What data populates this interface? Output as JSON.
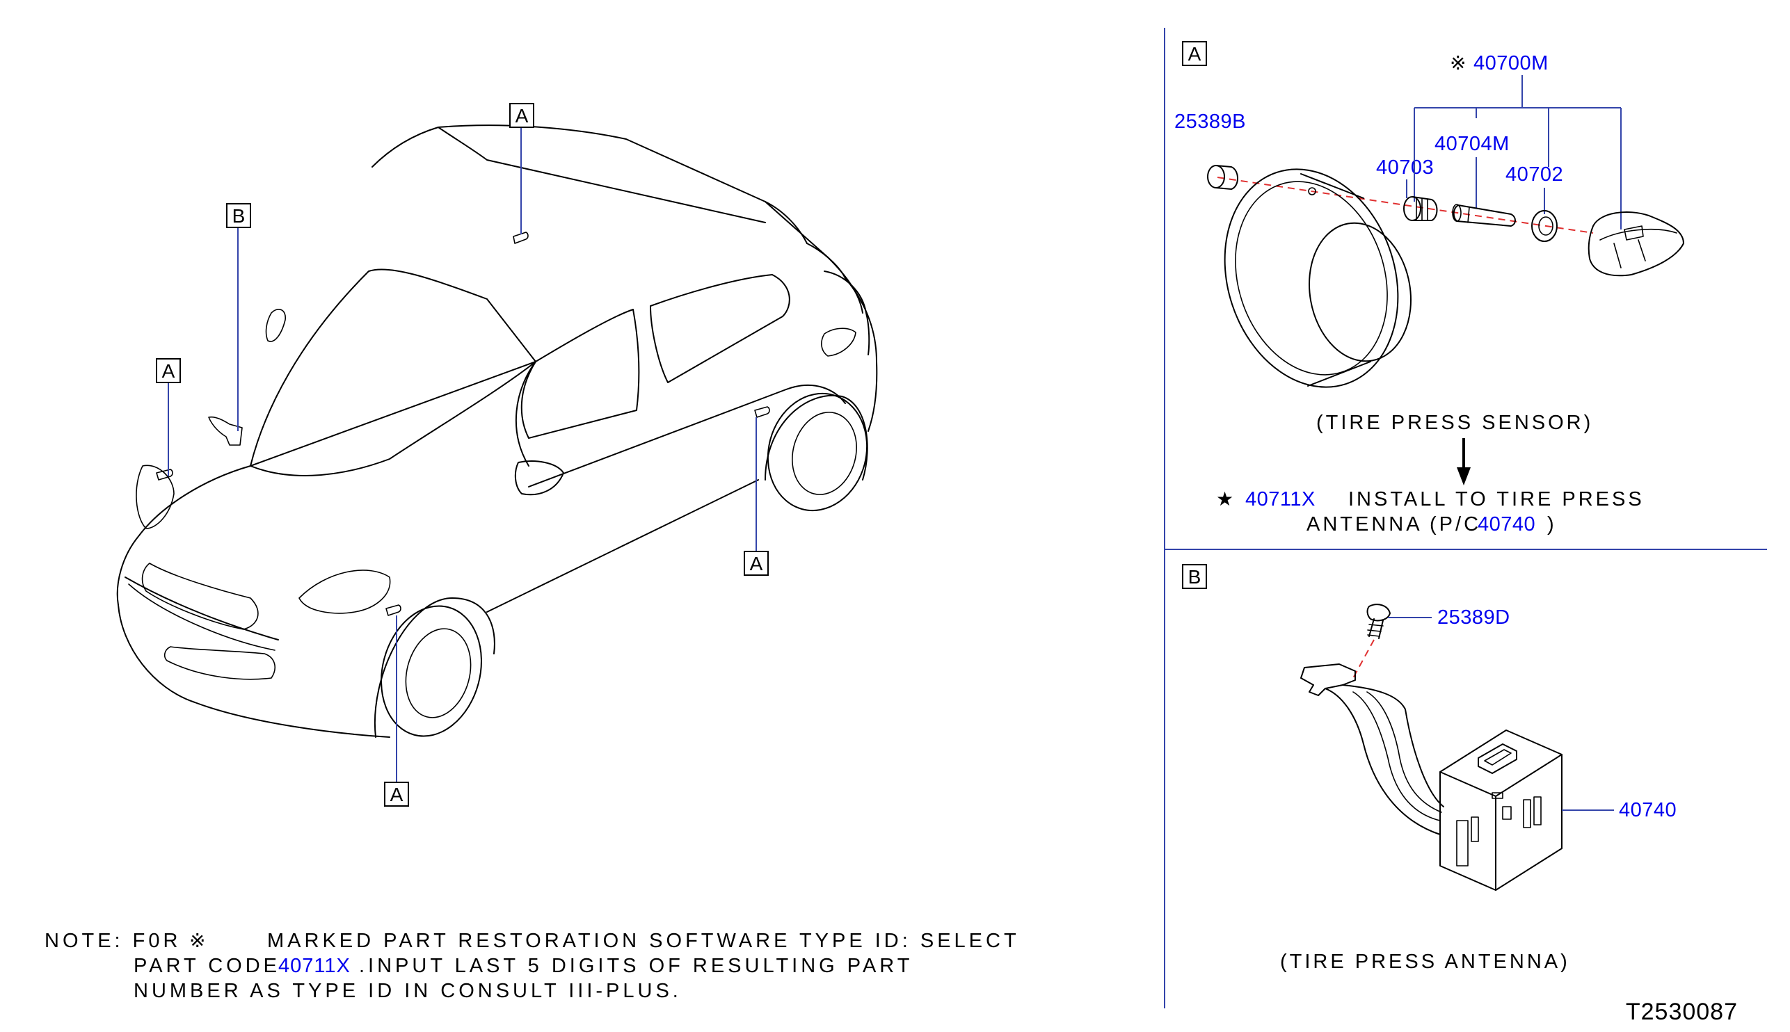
{
  "callouts": {
    "a": "A",
    "b": "B"
  },
  "section_a": {
    "label": "A",
    "parts": {
      "p40700m_marker": "※",
      "p40700m": "40700M",
      "p25389b": "25389B",
      "p40704m": "40704M",
      "p40703": "40703",
      "p40702": "40702"
    },
    "caption": "(TIRE  PRESS  SENSOR)",
    "star_marker": "★",
    "star_part": "40711X",
    "install_text": "INSTALL  TO  TIRE  PRESS",
    "antenna_prefix": "ANTENNA  (P/C",
    "antenna_part": "40740",
    "antenna_suffix": ")"
  },
  "section_b": {
    "label": "B",
    "parts": {
      "p25389d": "25389D",
      "p40740": "40740"
    },
    "caption": "(TIRE  PRESS  ANTENNA)"
  },
  "note": {
    "line1_a": "NOTE:  F0R",
    "line1_mark": "※",
    "line1_b": "MARKED  PART  RESTORATION  SOFTWARE  TYPE  ID:  SELECT",
    "line2_a": "PART  CODE",
    "line2_part": "40711X",
    "line2_b": ".INPUT  LAST  5  DIGITS  OF  RESULTING  PART",
    "line3": "NUMBER  AS  TYPE  ID  IN  CONSULT  III-PLUS."
  },
  "diagram_id": "T2530087",
  "colors": {
    "part_number": "#0000ee",
    "leader_line": "#3344aa",
    "center_line": "#e03030"
  }
}
